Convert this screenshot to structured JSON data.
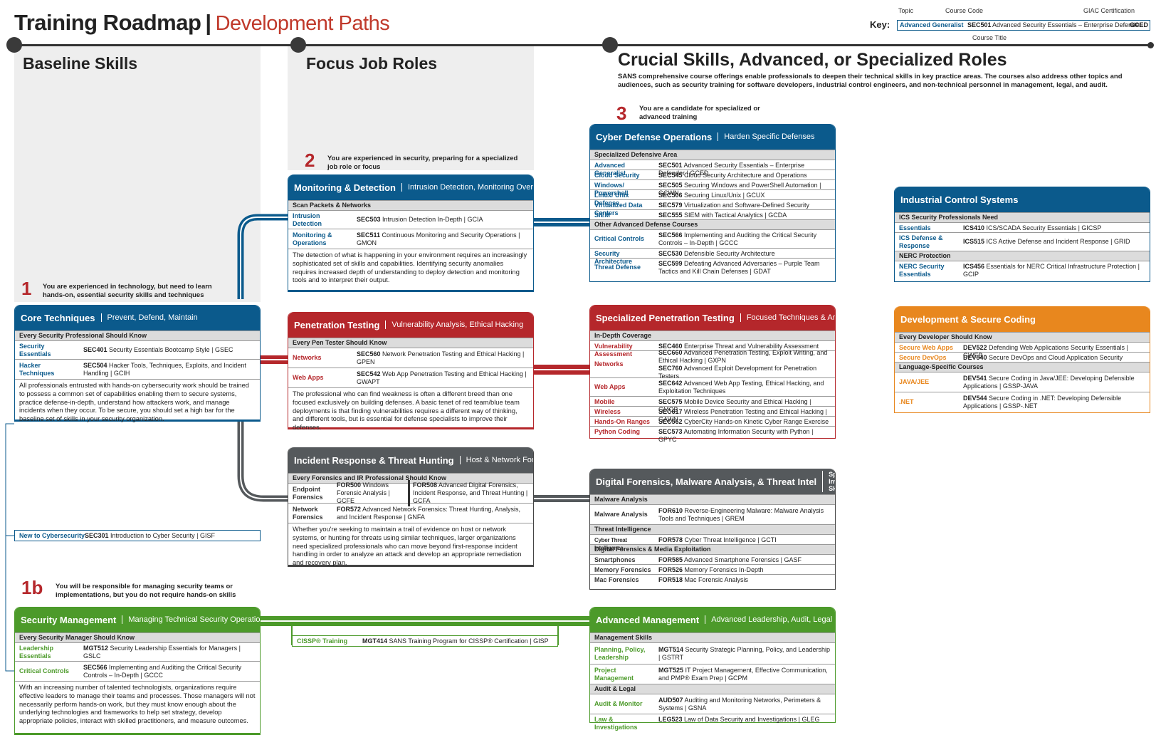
{
  "title": {
    "main": "Training Roadmap",
    "sub": "Development Paths"
  },
  "key": {
    "label": "Key:",
    "topic_hdr": "Topic",
    "code_hdr": "Course Code",
    "cert_hdr": "GIAC Certification",
    "title_hdr": "Course Title",
    "example_topic": "Advanced Generalist",
    "example_code": "SEC501",
    "example_title": "Advanced Security Essentials – Enterprise Defender",
    "example_cert": "GCED"
  },
  "columns": {
    "baseline": "Baseline Skills",
    "focus": "Focus Job Roles",
    "crucial": "Crucial Skills, Advanced, or Specialized Roles",
    "crucial_desc": "SANS comprehensive course offerings enable professionals to deepen their technical skills in key practice areas. The courses also address other topics and audiences, such as security training for software developers, industrial control engineers, and non-technical personnel in management, legal, and audit."
  },
  "steps": {
    "s1": {
      "num": "1",
      "text": "You are experienced in technology, but need to learn hands-on, essential security skills and techniques"
    },
    "s1b": {
      "num": "1b",
      "text": "You will be responsible for managing security teams or implementations, but you do not require hands-on skills"
    },
    "s2": {
      "num": "2",
      "text": "You are experienced in security, preparing for a specialized job role or focus"
    },
    "s3": {
      "num": "3",
      "text": "You are a candidate for specialized or advanced training"
    }
  },
  "core": {
    "h1": "Core Techniques",
    "h2": "Prevent, Defend, Maintain",
    "sec": "Every Security Professional Should Know",
    "rows": [
      {
        "topic": "Security Essentials",
        "code": "SEC401",
        "title": "Security Essentials Bootcamp Style | GSEC"
      },
      {
        "topic": "Hacker Techniques",
        "code": "SEC504",
        "title": "Hacker Tools, Techniques, Exploits, and Incident Handling | GCIH"
      }
    ],
    "desc": "All professionals entrusted with hands-on cybersecurity work should be trained to possess a common set of capabilities enabling them to secure systems, practice defense-in-depth, understand how attackers work, and manage incidents when they occur. To be secure, you should set a high bar for the baseline set of skills in your security organization."
  },
  "newcyber": {
    "topic": "New to Cybersecurity",
    "code": "SEC301",
    "title": "Introduction to Cyber Security | GISF"
  },
  "secmgmt": {
    "h1": "Security Management",
    "h2": "Managing Technical Security Operations",
    "sec": "Every Security Manager Should Know",
    "rows": [
      {
        "topic": "Leadership Essentials",
        "code": "MGT512",
        "title": "Security Leadership Essentials for Managers | GSLC"
      },
      {
        "topic": "Critical Controls",
        "code": "SEC566",
        "title": "Implementing and Auditing the Critical Security Controls – In-Depth | GCCC"
      }
    ],
    "desc": "With an increasing number of talented technologists, organizations require effective leaders to manage their teams and processes. Those managers will not necessarily perform hands-on work, but they must know enough about the underlying technologies and frameworks to help set strategy, develop appropriate policies, interact with skilled practitioners, and measure outcomes."
  },
  "monitoring": {
    "h1": "Monitoring & Detection",
    "h2": "Intrusion Detection, Monitoring Over Time",
    "sec": "Scan Packets & Networks",
    "rows": [
      {
        "topic": "Intrusion Detection",
        "code": "SEC503",
        "title": "Intrusion Detection In-Depth | GCIA"
      },
      {
        "topic": "Monitoring & Operations",
        "code": "SEC511",
        "title": "Continuous Monitoring and Security Operations | GMON"
      }
    ],
    "desc": "The detection of what is happening in your environment requires an increasingly sophisticated set of skills and capabilities. Identifying security anomalies requires increased depth of understanding to deploy detection and monitoring tools and to interpret their output."
  },
  "pentest": {
    "h1": "Penetration Testing",
    "h2": "Vulnerability Analysis, Ethical Hacking",
    "sec": "Every Pen Tester Should Know",
    "rows": [
      {
        "topic": "Networks",
        "code": "SEC560",
        "title": "Network Penetration Testing and Ethical Hacking | GPEN"
      },
      {
        "topic": "Web Apps",
        "code": "SEC542",
        "title": "Web App Penetration Testing and Ethical Hacking | GWAPT"
      }
    ],
    "desc": "The professional who can find weakness is often a different breed than one focused exclusively on building defenses. A basic tenet of red team/blue team deployments is that finding vulnerabilities requires a different way of thinking, and different tools, but is essential for defense specialists to improve their defenses."
  },
  "incident": {
    "h1": "Incident Response & Threat Hunting",
    "h2": "Host & Network Forensics",
    "sec": "Every Forensics and IR Professional Should Know",
    "row1": {
      "topic": "Endpoint Forensics",
      "code": "FOR500",
      "title": "Windows Forensic Analysis | GCFE",
      "code2": "FOR508",
      "title2": "Advanced Digital Forensics, Incident Response, and Threat Hunting | GCFA"
    },
    "row2": {
      "topic": "Network Forensics",
      "code": "FOR572",
      "title": "Advanced Network Forensics: Threat Hunting, Analysis, and Incident Response | GNFA"
    },
    "desc": "Whether you're seeking to maintain a trail of evidence on host or network systems, or hunting for threats using similar techniques, larger organizations need specialized professionals who can move beyond first-response incident handling in order to analyze an attack and develop an appropriate remediation and recovery plan."
  },
  "cissp": {
    "topic": "CISSP® Training",
    "code": "MGT414",
    "title": "SANS Training Program for CISSP® Certification | GISP"
  },
  "cyberdef": {
    "h1": "Cyber Defense Operations",
    "h2": "Harden Specific Defenses",
    "sec1": "Specialized Defensive Area",
    "rows1": [
      {
        "topic": "Advanced Generalist",
        "code": "SEC501",
        "title": "Advanced Security Essentials – Enterprise Defender | GCED"
      },
      {
        "topic": "Cloud Security",
        "code": "SEC545",
        "title": "Cloud Security Architecture and Operations"
      },
      {
        "topic": "Windows/ Powershell",
        "code": "SEC505",
        "title": "Securing Windows and PowerShell Automation | GCWN"
      },
      {
        "topic": "Linux/ Unix Defense",
        "code": "SEC506",
        "title": "Securing Linux/Unix | GCUX"
      },
      {
        "topic": "Virtualized Data Centers",
        "code": "SEC579",
        "title": "Virtualization and Software-Defined Security"
      },
      {
        "topic": "SIEM",
        "code": "SEC555",
        "title": "SIEM with Tactical Analytics | GCDA"
      }
    ],
    "sec2": "Other Advanced Defense Courses",
    "rows2": [
      {
        "topic": "Critical Controls",
        "code": "SEC566",
        "title": "Implementing and Auditing the Critical Security Controls – In-Depth | GCCC"
      },
      {
        "topic": "Security Architecture",
        "code": "SEC530",
        "title": "Defensible Security Architecture"
      },
      {
        "topic": "Threat Defense",
        "code": "SEC599",
        "title": "Defeating Advanced Adversaries – Purple Team Tactics and Kill Chain Defenses | GDAT"
      }
    ]
  },
  "specpen": {
    "h1": "Specialized Penetration Testing",
    "h2": "Focused Techniques & Areas",
    "sec": "In-Depth Coverage",
    "rows": [
      {
        "topic": "Vulnerability Assessment",
        "code": "SEC460",
        "title": "Enterprise Threat and Vulnerability Assessment"
      },
      {
        "topic": "Networks",
        "code": "SEC660",
        "title": "Advanced Penetration Testing, Exploit Writing, and Ethical Hacking | GXPN",
        "code2": "SEC760",
        "title2": "Advanced Exploit Development for Penetration Testers"
      },
      {
        "topic": "Web Apps",
        "code": "SEC642",
        "title": "Advanced Web App Testing, Ethical Hacking, and Exploitation Techniques"
      },
      {
        "topic": "Mobile",
        "code": "SEC575",
        "title": "Mobile Device Security and Ethical Hacking | GMOB"
      },
      {
        "topic": "Wireless",
        "code": "SEC617",
        "title": "Wireless Penetration Testing and Ethical Hacking | GAWN"
      },
      {
        "topic": "Hands-On Ranges",
        "code": "SEC562",
        "title": "CyberCity Hands-on Kinetic Cyber Range Exercise"
      },
      {
        "topic": "Python Coding",
        "code": "SEC573",
        "title": "Automating Information Security with Python | GPYC"
      }
    ]
  },
  "forensics": {
    "h1": "Digital Forensics, Malware Analysis, & Threat Intel",
    "h2": "Specialized Investigative Skills",
    "sec1": "Malware Analysis",
    "row1": {
      "topic": "Malware Analysis",
      "code": "FOR610",
      "title": "Reverse-Engineering Malware: Malware Analysis Tools and Techniques | GREM"
    },
    "sec2": "Threat Intelligence",
    "row2": {
      "topic": "Cyber Threat Intelligence",
      "code": "FOR578",
      "title": "Cyber Threat Intelligence | GCTI"
    },
    "sec3": "Digital Forensics & Media Exploitation",
    "rows3": [
      {
        "topic": "Smartphones",
        "code": "FOR585",
        "title": "Advanced Smartphone Forensics | GASF"
      },
      {
        "topic": "Memory Forensics",
        "code": "FOR526",
        "title": "Memory Forensics In-Depth"
      },
      {
        "topic": "Mac Forensics",
        "code": "FOR518",
        "title": "Mac Forensic Analysis"
      }
    ]
  },
  "advmgmt": {
    "h1": "Advanced Management",
    "h2": "Advanced Leadership, Audit, Legal",
    "sec1": "Management Skills",
    "rows1": [
      {
        "topic": "Planning, Policy, Leadership",
        "code": "MGT514",
        "title": "Security Strategic Planning, Policy, and Leadership | GSTRT"
      },
      {
        "topic": "Project Management",
        "code": "MGT525",
        "title": "IT Project Management, Effective Communication, and PMP® Exam Prep | GCPM"
      }
    ],
    "sec2": "Audit & Legal",
    "rows2": [
      {
        "topic": "Audit & Monitor",
        "code": "AUD507",
        "title": "Auditing and Monitoring Networks, Perimeters & Systems | GSNA"
      },
      {
        "topic": "Law & Investigations",
        "code": "LEG523",
        "title": "Law of Data Security and Investigations | GLEG"
      }
    ]
  },
  "ics": {
    "h1": "Industrial Control Systems",
    "sec1": "ICS Security Professionals Need",
    "rows1": [
      {
        "topic": "Essentials",
        "code": "ICS410",
        "title": "ICS/SCADA Security Essentials | GICSP"
      },
      {
        "topic": "ICS Defense & Response",
        "code": "ICS515",
        "title": "ICS Active Defense and Incident Response | GRID"
      }
    ],
    "sec2": "NERC Protection",
    "rows2": [
      {
        "topic": "NERC Security Essentials",
        "code": "ICS456",
        "title": "Essentials for NERC Critical Infrastructure Protection | GCIP"
      }
    ]
  },
  "devsec": {
    "h1": "Development & Secure Coding",
    "sec1": "Every Developer Should Know",
    "rows1": [
      {
        "topic": "Secure Web Apps",
        "code": "DEV522",
        "title": "Defending Web Applications Security Essentials | GWEB"
      },
      {
        "topic": "Secure DevOps",
        "code": "DEV540",
        "title": "Secure DevOps and Cloud Application Security"
      }
    ],
    "sec2": "Language-Specific Courses",
    "rows2": [
      {
        "topic": "JAVA/JEE",
        "code": "DEV541",
        "title": "Secure Coding in Java/JEE: Developing Defensible Applications | GSSP-JAVA"
      },
      {
        "topic": ".NET",
        "code": "DEV544",
        "title": "Secure Coding in .NET: Developing Defensible Applications | GSSP-.NET"
      }
    ]
  },
  "colors": {
    "blue": "#0b5a8c",
    "red": "#b5272b",
    "gray": "#55595c",
    "green": "#4c9a2a",
    "orange": "#e8871e"
  }
}
